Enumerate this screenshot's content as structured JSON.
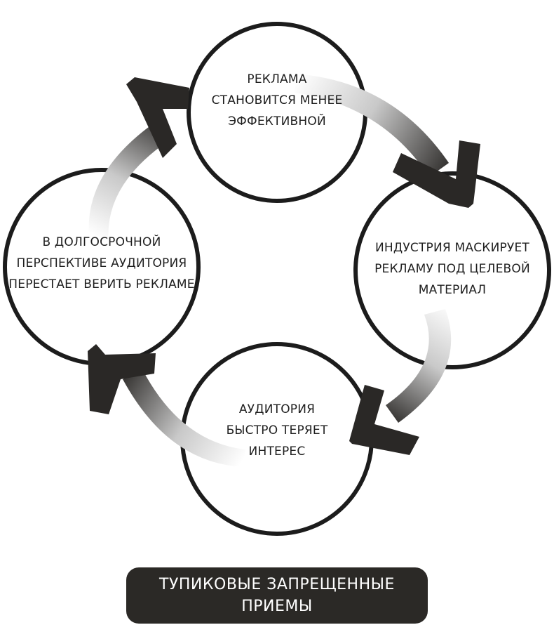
{
  "colors": {
    "outline": "#1c1c1c",
    "arrow_dark": "#2a2826",
    "arrow_light": "#ffffff",
    "badge_background": "#2b2926",
    "badge_text": "#ffffff"
  },
  "cycle": {
    "nodes": [
      {
        "id": "top",
        "lines": [
          "РЕКЛАМА",
          "СТАНОВИТСЯ МЕНЕЕ",
          "ЭФФЕКТИВНОЙ"
        ]
      },
      {
        "id": "right",
        "lines": [
          "ИНДУСТРИЯ МАСКИРУЕТ",
          "РЕКЛАМУ ПОД ЦЕЛЕВОЙ",
          "МАТЕРИАЛ"
        ]
      },
      {
        "id": "bottom",
        "lines": [
          "АУДИТОРИЯ",
          "БЫСТРО ТЕРЯЕТ",
          "ИНТЕРЕС"
        ]
      },
      {
        "id": "left",
        "lines": [
          "В ДОЛГОСРОЧНОЙ",
          "ПЕРСПЕКТИВЕ АУДИТОРИЯ",
          "ПЕРЕСТАЕТ ВЕРИТЬ РЕКЛАМЕ"
        ]
      }
    ],
    "arrows": [
      {
        "from": "top",
        "to": "right",
        "icon": "curved-arrow-icon"
      },
      {
        "from": "right",
        "to": "bottom",
        "icon": "curved-arrow-icon"
      },
      {
        "from": "bottom",
        "to": "left",
        "icon": "curved-arrow-icon"
      },
      {
        "from": "left",
        "to": "top",
        "icon": "curved-arrow-icon"
      }
    ]
  },
  "footer": {
    "lines": [
      "ТУПИКОВЫЕ ЗАПРЕЩЕННЫЕ",
      "ПРИЕМЫ"
    ]
  }
}
